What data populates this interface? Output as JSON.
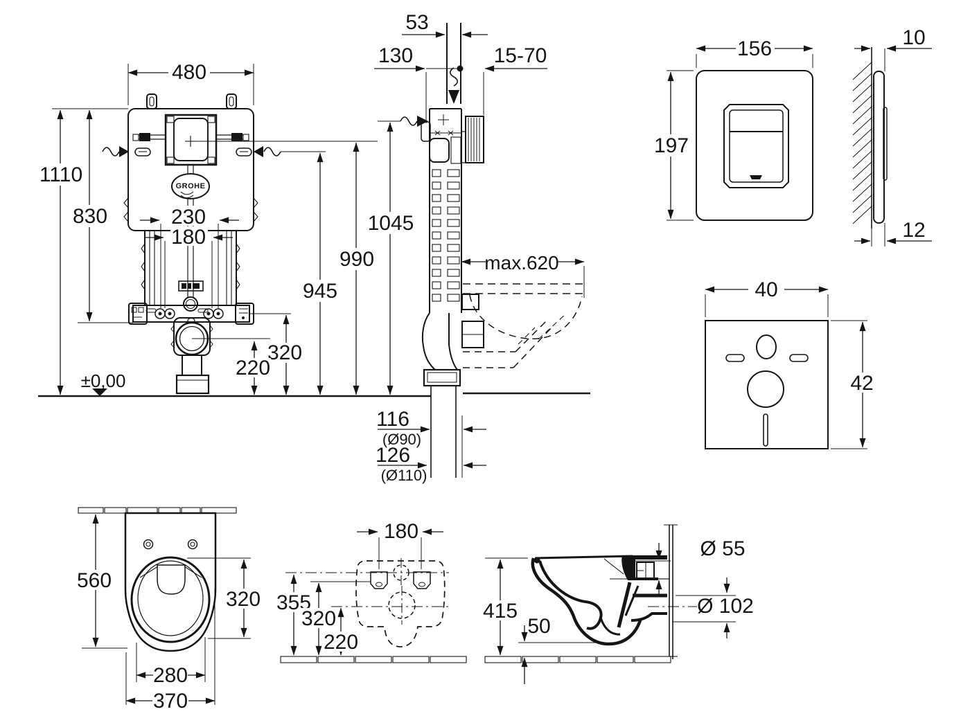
{
  "labels": {
    "frame": {
      "width": "480",
      "height_total": "1110",
      "height_frame": "830",
      "spacing_230": "230",
      "spacing_180": "180",
      "outlet_height": "320",
      "outlet_center": "220",
      "datum": "±0,00",
      "brand": "GROHE"
    },
    "heights": {
      "h1045": "1045",
      "h990": "990",
      "h945": "945"
    },
    "side": {
      "pipe_width": "53",
      "front_offset": "130",
      "wall_range": "15-70",
      "max_depth": "max.620",
      "drain_116": "116",
      "drain_116_dia": "(Ø90)",
      "drain_126": "126",
      "drain_126_dia": "(Ø110)"
    },
    "plate": {
      "width": "156",
      "height": "197",
      "depth_top": "10",
      "depth_bottom": "12"
    },
    "pad": {
      "width": "40",
      "height": "42"
    },
    "bowl_top": {
      "length": "560",
      "bowl_depth": "320",
      "inner_width": "280",
      "outer_width": "370"
    },
    "mounting": {
      "hole_spacing": "180",
      "h355": "355",
      "h320": "320",
      "h220": "220"
    },
    "bowl_side": {
      "height": "415",
      "gap": "50",
      "inlet_dia": "Ø 55",
      "outlet_dia": "Ø 102"
    }
  }
}
